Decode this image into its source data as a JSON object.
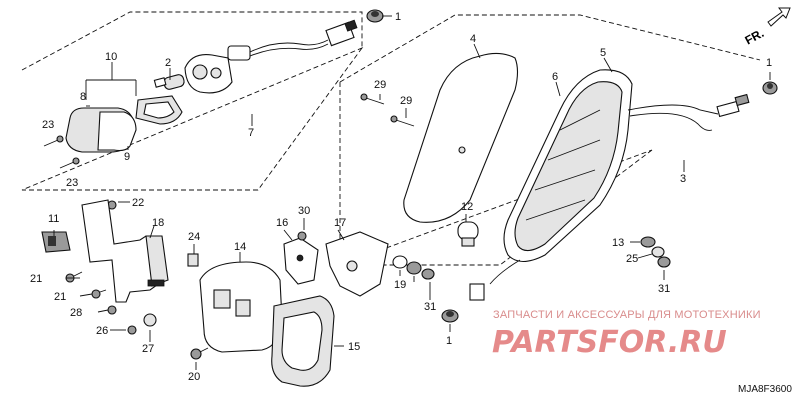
{
  "diagram": {
    "direction_label": "FR.",
    "drawing_code": "MJA8F3600",
    "watermark": {
      "caption": "ЗАПЧАСТИ И АКСЕССУАРЫ ДЛЯ МОТОТЕХНИКИ",
      "logo": "PARTSFOR.RU"
    },
    "callouts": {
      "c1a": "1",
      "c1b": "1",
      "c1c": "1",
      "c2": "2",
      "c3": "3",
      "c4": "4",
      "c5": "5",
      "c6": "6",
      "c7": "7",
      "c8": "8",
      "c9": "9",
      "c10": "10",
      "c11": "11",
      "c12": "12",
      "c13": "13",
      "c14": "14",
      "c15": "15",
      "c16": "16",
      "c17": "17",
      "c18": "18",
      "c19": "19",
      "c20": "20",
      "c21a": "21",
      "c21b": "21",
      "c22": "22",
      "c23a": "23",
      "c23b": "23",
      "c24": "24",
      "c25": "25",
      "c26": "26",
      "c27": "27",
      "c28": "28",
      "c29a": "29",
      "c29b": "29",
      "c30": "30",
      "c31a": "31",
      "c31b": "31"
    }
  }
}
